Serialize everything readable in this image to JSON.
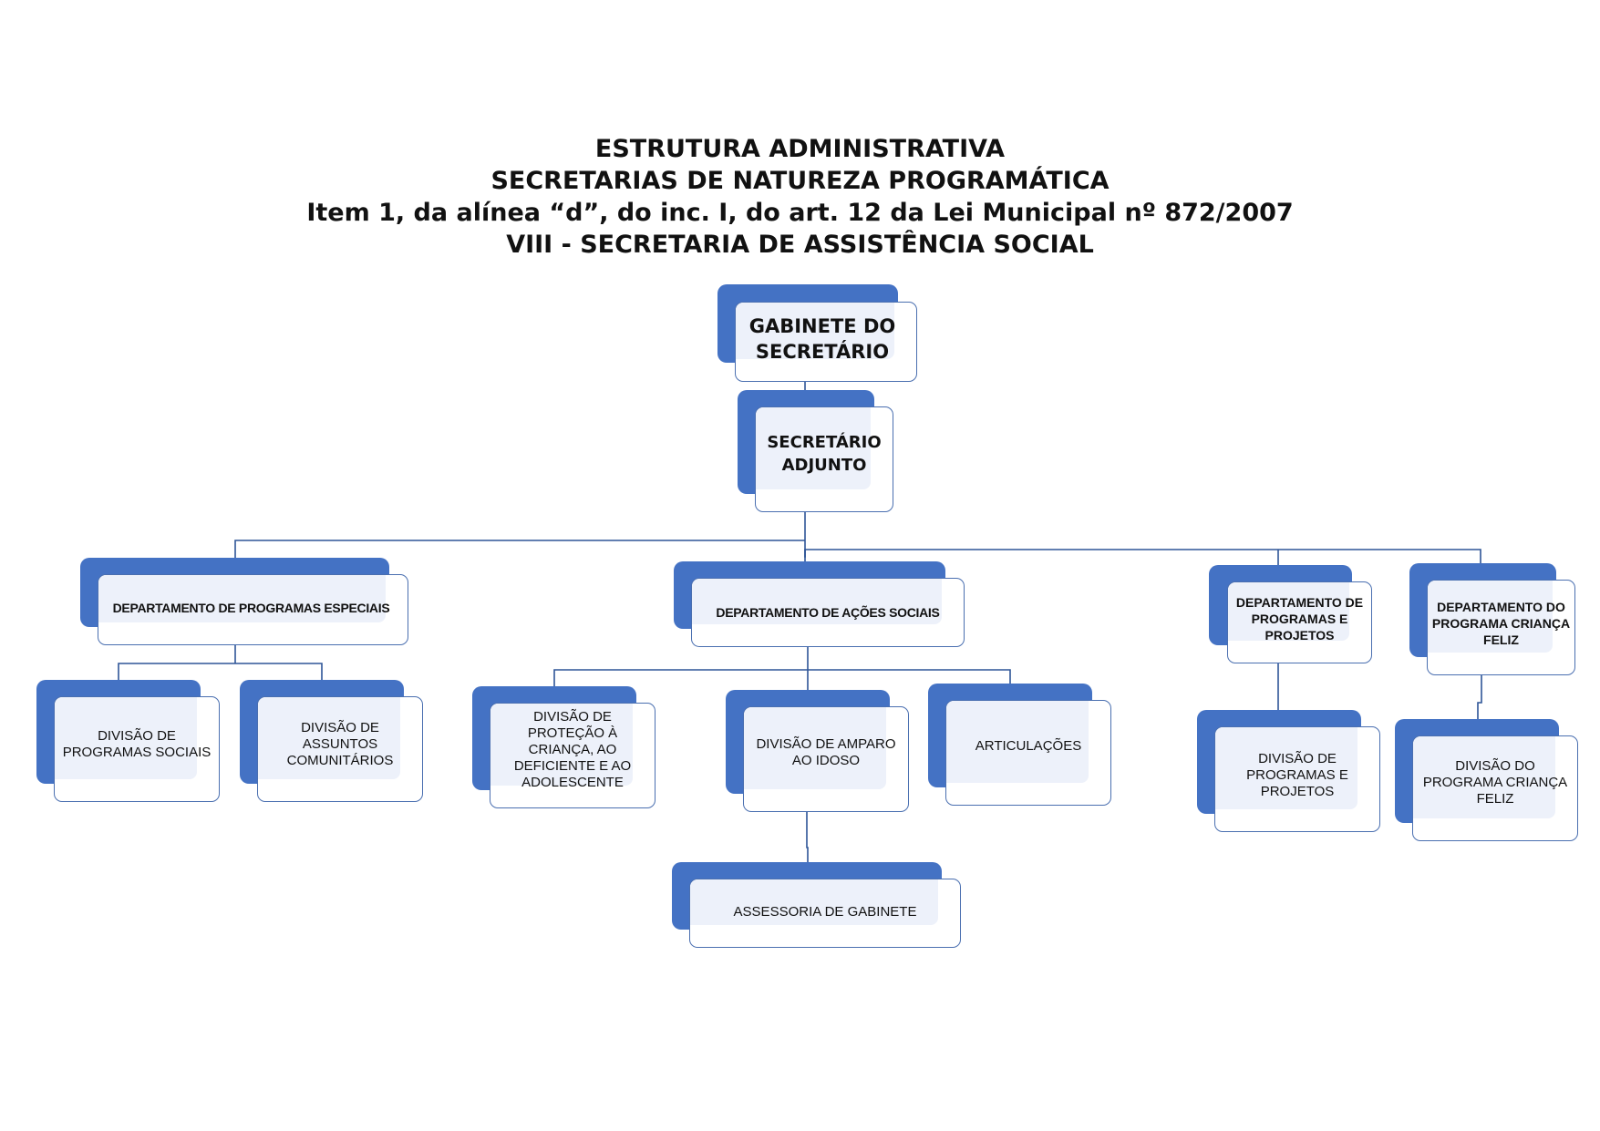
{
  "title": {
    "line1": "ESTRUTURA ADMINISTRATIVA",
    "line2": "SECRETARIAS DE NATUREZA PROGRAMÁTICA",
    "line3": "Item 1, da alínea “d”, do inc. I, do art. 12 da Lei Municipal nº  872/2007",
    "line4": "VIII - SECRETARIA DE ASSISTÊNCIA SOCIAL"
  },
  "nodes": {
    "gabinete": "GABINETE DO SECRETÁRIO",
    "secretario_adjunto": "SECRETÁRIO ADJUNTO",
    "dep_programas_especiais": "DEPARTAMENTO DE PROGRAMAS ESPECIAIS",
    "dep_acoes_sociais": "DEPARTAMENTO DE AÇÕES SOCIAIS",
    "dep_programas_projetos": "DEPARTAMENTO DE PROGRAMAS E PROJETOS",
    "dep_crianca_feliz": "DEPARTAMENTO DO PROGRAMA CRIANÇA FELIZ",
    "div_programas_sociais": "DIVISÃO DE PROGRAMAS SOCIAIS",
    "div_assuntos_comunitarios": "DIVISÃO DE ASSUNTOS COMUNITÁRIOS",
    "div_protecao": "DIVISÃO DE PROTEÇÃO À CRIANÇA, AO DEFICIENTE E AO ADOLESCENTE",
    "div_amparo_idoso": "DIVISÃO DE AMPARO AO IDOSO",
    "articulacoes": "ARTICULAÇÕES",
    "div_programas_projetos": "DIVISÃO DE PROGRAMAS E PROJETOS",
    "div_crianca_feliz": "DIVISÃO DO PROGRAMA CRIANÇA FELIZ",
    "assessoria_gabinete": "ASSESSORIA DE GABINETE"
  },
  "colors": {
    "back_box": "#4472c4",
    "front_fill": "#edf1fa",
    "border": "#4a6fb0",
    "connector": "#2e5597"
  }
}
